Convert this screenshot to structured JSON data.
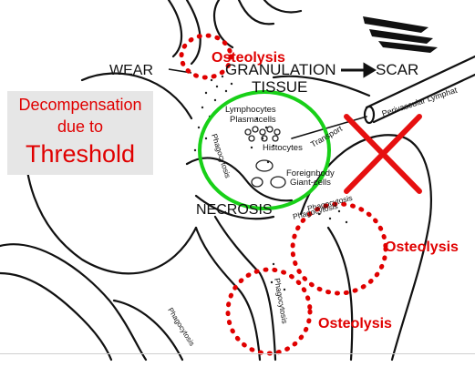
{
  "labels": {
    "wear": "WEAR",
    "granulation_tissue_line1": "GRANULATION",
    "granulation_tissue_line2": "TISSUE",
    "scar": "SCAR",
    "necrosis": "NECROSIS",
    "lymphocytes": "Lymphocytes",
    "plasmacells": "Plasmacells",
    "histocytes": "Histocytes",
    "foreignbody_line1": "Foreignbody",
    "foreignbody_line2": "Giant-cells",
    "transport": "Transport",
    "perivascular_lymphatics": "Perivascular Lymphat",
    "phagocytosis_left": "Phagocytosis",
    "phagocytosis_upper_right": "Phagocytosis",
    "phagocytosis_lower_right": "Phagocytosis",
    "phagocytosis_stem": "Phagocytosis",
    "phagocytosis_bottom": "Phagocytosis"
  },
  "osteolysis": {
    "top": "Osteolysis",
    "right": "Osteolysis",
    "bottom": "Osteolysis"
  },
  "callout": {
    "line1": "Decompensation",
    "line2": "due to",
    "line3": "Threshold"
  },
  "colors": {
    "osteolysis_red": "#e00000",
    "cross_red": "#e61010",
    "ring_green": "#18d018",
    "callout_bg": "#e6e6e6"
  }
}
